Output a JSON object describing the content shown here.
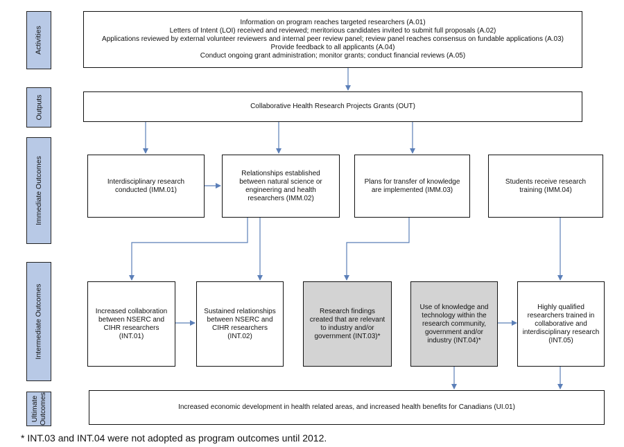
{
  "rows": {
    "activities": "Activities",
    "outputs": "Outputs",
    "immediate": "Immediate Outcomes",
    "intermediate": "Intermediate Outcomes",
    "ultimate": "Ultimate\nOutcomes"
  },
  "activities_lines": [
    "Information on program reaches targeted researchers (A.01)",
    "Letters of Intent (LOI) received and reviewed;  meritorious candidates invited to submit full proposals (A.02)",
    "Applications reviewed by external volunteer reviewers and internal peer review panel; review panel reaches consensus on fundable applications (A.03)",
    "Provide feedback to all applicants (A.04)",
    "Conduct ongoing grant administration; monitor grants; conduct financial reviews (A.05)"
  ],
  "output": "Collaborative Health Research Projects Grants (OUT)",
  "immediate": [
    "Interdisciplinary research conducted (IMM.01)",
    "Relationships established between natural science or engineering and health researchers (IMM.02)",
    "Plans for transfer of knowledge are implemented (IMM.03)",
    "Students receive research training (IMM.04)"
  ],
  "intermediate": [
    "Increased collaboration between NSERC and CIHR researchers (INT.01)",
    "Sustained relationships between NSERC and CIHR researchers (INT.02)",
    "Research findings created that are relevant to industry and/or government (INT.03)*",
    "Use of knowledge and technology within the research community, government and/or industry (INT.04)*",
    "Highly qualified researchers trained in collaborative and interdisciplinary research (INT.05)"
  ],
  "ultimate": "Increased economic development in health related areas, and increased health benefits for Canadians (UI.01)",
  "footnote": "* INT.03 and INT.04 were not adopted as program outcomes until 2012.",
  "colors": {
    "label_fill": "#b8c9e6",
    "arrow": "#5b7fb8",
    "shaded_box": "#d3d3d3"
  }
}
